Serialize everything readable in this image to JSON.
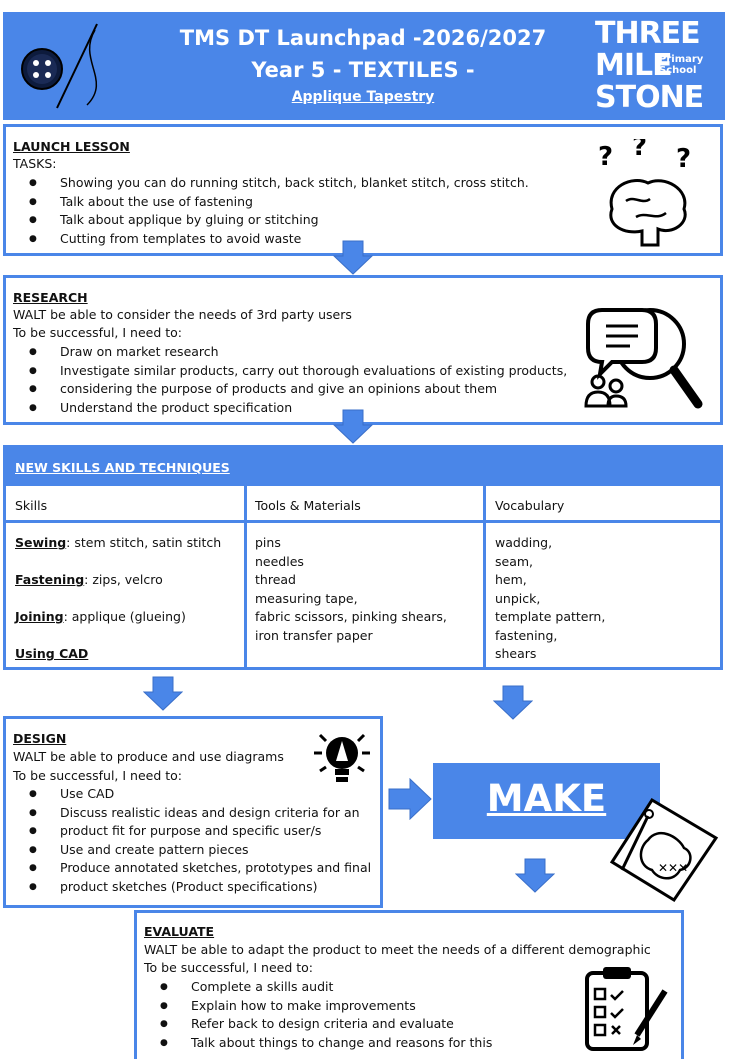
{
  "header": {
    "title": "TMS DT Launchpad -2026/2027",
    "subtitle": "Year 5 - TEXTILES -",
    "topic": "Applique Tapestry",
    "logo": {
      "line1": "THREE",
      "line2": "MILE",
      "line3": "STONE",
      "tag1": "Primary",
      "tag2": "School"
    },
    "icon": "button-needle-icon"
  },
  "launch": {
    "title": "LAUNCH LESSON",
    "tasks_label": "TASKS:",
    "items": [
      "Showing you can do running stitch, back stitch, blanket stitch, cross stitch.",
      "Talk about the use of fastening",
      "Talk about applique by gluing or stitching",
      "Cutting from templates to avoid waste"
    ],
    "icon": "brain-question-icon"
  },
  "research": {
    "title": "RESEARCH",
    "walt": "WALT be able to consider the needs of 3rd party users",
    "success": "To be successful, I need to:",
    "items": [
      "Draw on market research",
      "Investigate similar products, carry out thorough evaluations of existing products,",
      "considering the purpose of products and give an opinions about them",
      "Understand the product specification"
    ],
    "icon": "research-magnifier-icon"
  },
  "skills": {
    "title": "NEW SKILLS AND TECHNIQUES",
    "headers": [
      "Skills",
      "Tools & Materials",
      "Vocabulary"
    ],
    "skills_col": [
      {
        "label": "Sewing",
        "rest": ": stem stitch, satin stitch"
      },
      {
        "label": "Fastening",
        "rest": ": zips, velcro"
      },
      {
        "label": "Joining",
        "rest": ": applique (glueing)"
      },
      {
        "label": "Using CAD",
        "rest": ""
      }
    ],
    "tools_col": [
      "pins",
      "needles",
      "thread",
      "measuring tape,",
      "fabric scissors, pinking shears,",
      "iron transfer paper"
    ],
    "vocab_col": [
      "wadding,",
      "seam,",
      "hem,",
      "unpick,",
      "template pattern,",
      "fastening,",
      "shears"
    ]
  },
  "design": {
    "title": "DESIGN",
    "walt": "WALT be able to produce and use diagrams",
    "success": "To be successful, I need to:",
    "items": [
      "Use CAD",
      "Discuss realistic ideas and design criteria for an",
      "product fit for purpose and specific user/s",
      "Use and create pattern pieces",
      "Produce annotated sketches, prototypes and final",
      "product sketches (Product specifications)"
    ],
    "icon": "lightbulb-pencil-icon"
  },
  "make": {
    "label": "MAKE",
    "icon": "sewing-pattern-icon"
  },
  "evaluate": {
    "title": "EVALUATE",
    "walt": "WALT be able to adapt the product to meet the needs of a different demographic",
    "success": "To be successful, I need to:",
    "items": [
      "Complete a skills audit",
      "Explain how to make improvements",
      "Refer back to design criteria and evaluate",
      "Talk about things to change and reasons for this"
    ],
    "icon": "checklist-clipboard-icon"
  },
  "colors": {
    "accent": "#4a86e8",
    "text": "#111111",
    "white": "#ffffff"
  }
}
